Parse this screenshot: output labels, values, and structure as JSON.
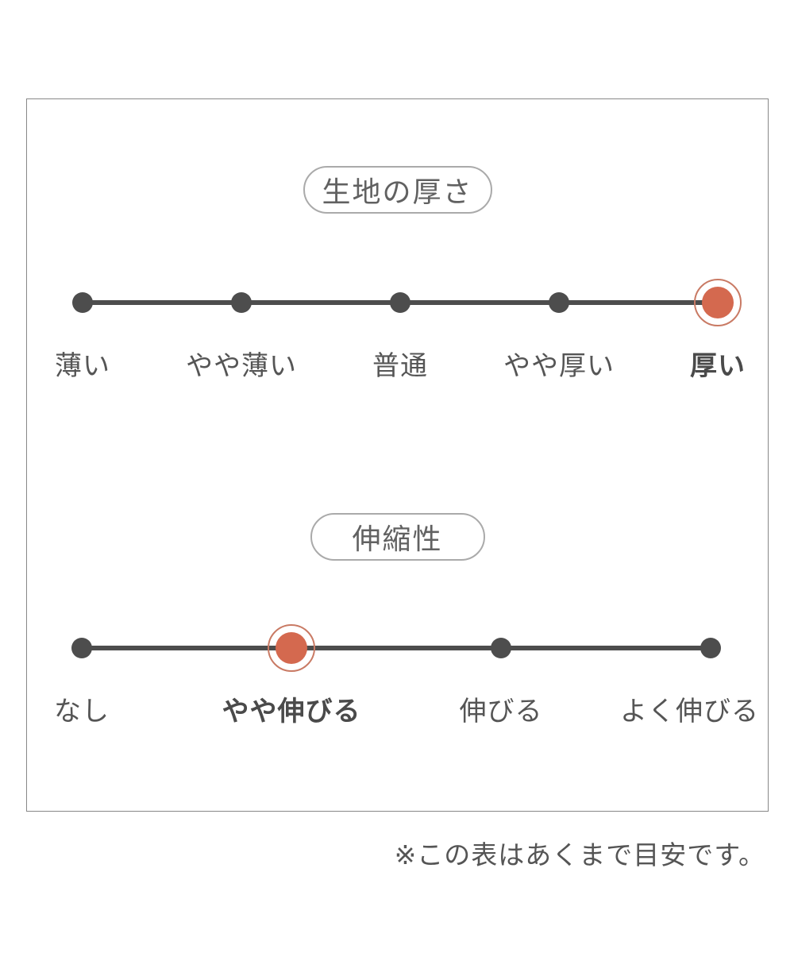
{
  "colors": {
    "text": "#555555",
    "dot": "#4d4d4d",
    "accent": "#d4694f",
    "accent_ring": "#c97a64",
    "pill_border": "#aaaaaa",
    "panel_border": "#888888"
  },
  "note": {
    "text": "※この表はあくまで目安です。"
  },
  "chart_data": [
    {
      "type": "scale",
      "title": "生地の厚さ",
      "options": [
        "薄い",
        "やや薄い",
        "普通",
        "やや厚い",
        "厚い"
      ],
      "selected_index": 4,
      "selected_label": "厚い"
    },
    {
      "type": "scale",
      "title": "伸縮性",
      "options": [
        "なし",
        "やや伸びる",
        "伸びる",
        "よく伸びる"
      ],
      "selected_index": 1,
      "selected_label": "やや伸びる"
    }
  ]
}
